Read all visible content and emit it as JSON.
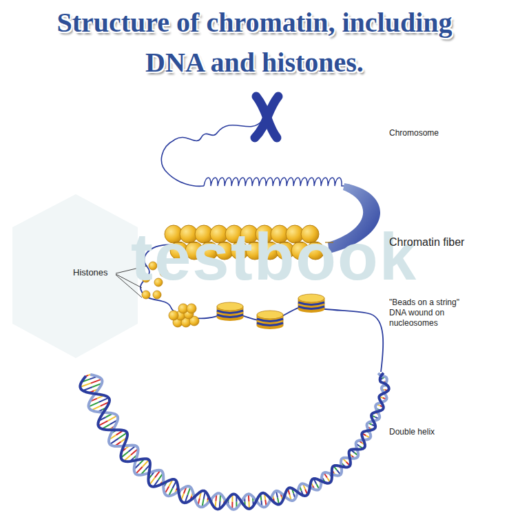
{
  "diagram": {
    "title": "Structure of chromatin, including DNA and histones.",
    "labels": [
      "Chromosome",
      "Chromatin fiber",
      "Histones",
      "\"Beads on a string\" DNA wound on nucleosomes",
      "Double helix",
      "testbook"
    ]
  }
}
